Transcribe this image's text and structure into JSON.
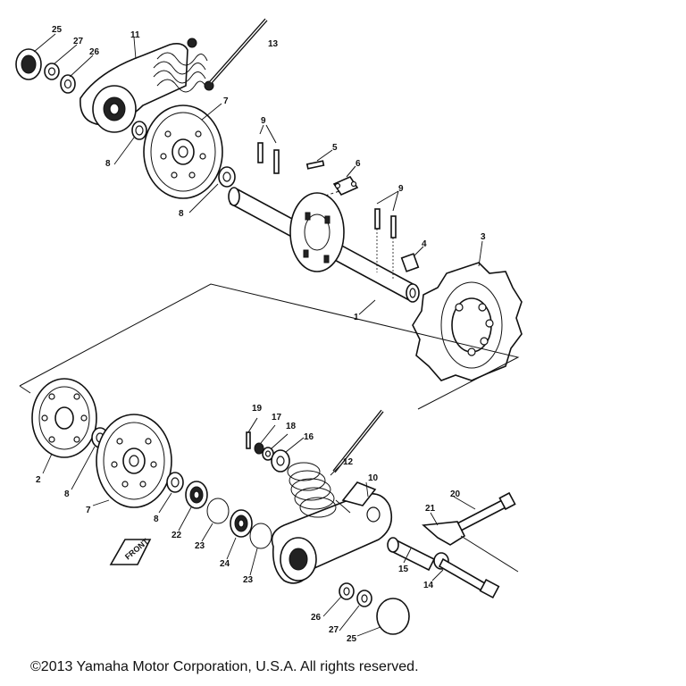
{
  "copyright": "©2013 Yamaha Motor Corporation, U.S.A. All rights reserved.",
  "front_label": "FRONT",
  "callouts": {
    "c1": "1",
    "c2": "2",
    "c3": "3",
    "c4": "4",
    "c5": "5",
    "c6": "6",
    "c7a": "7",
    "c7b": "7",
    "c8a": "8",
    "c8b": "8",
    "c8c": "8",
    "c8d": "8",
    "c9a": "9",
    "c9b": "9",
    "c10": "10",
    "c11": "11",
    "c12": "12",
    "c13": "13",
    "c14": "14",
    "c15": "15",
    "c16": "16",
    "c17": "17",
    "c18": "18",
    "c19": "19",
    "c20": "20",
    "c21": "21",
    "c22": "22",
    "c23a": "23",
    "c23b": "23",
    "c24": "24",
    "c25a": "25",
    "c25b": "25",
    "c26a": "26",
    "c26b": "26",
    "c27a": "27",
    "c27b": "27"
  }
}
